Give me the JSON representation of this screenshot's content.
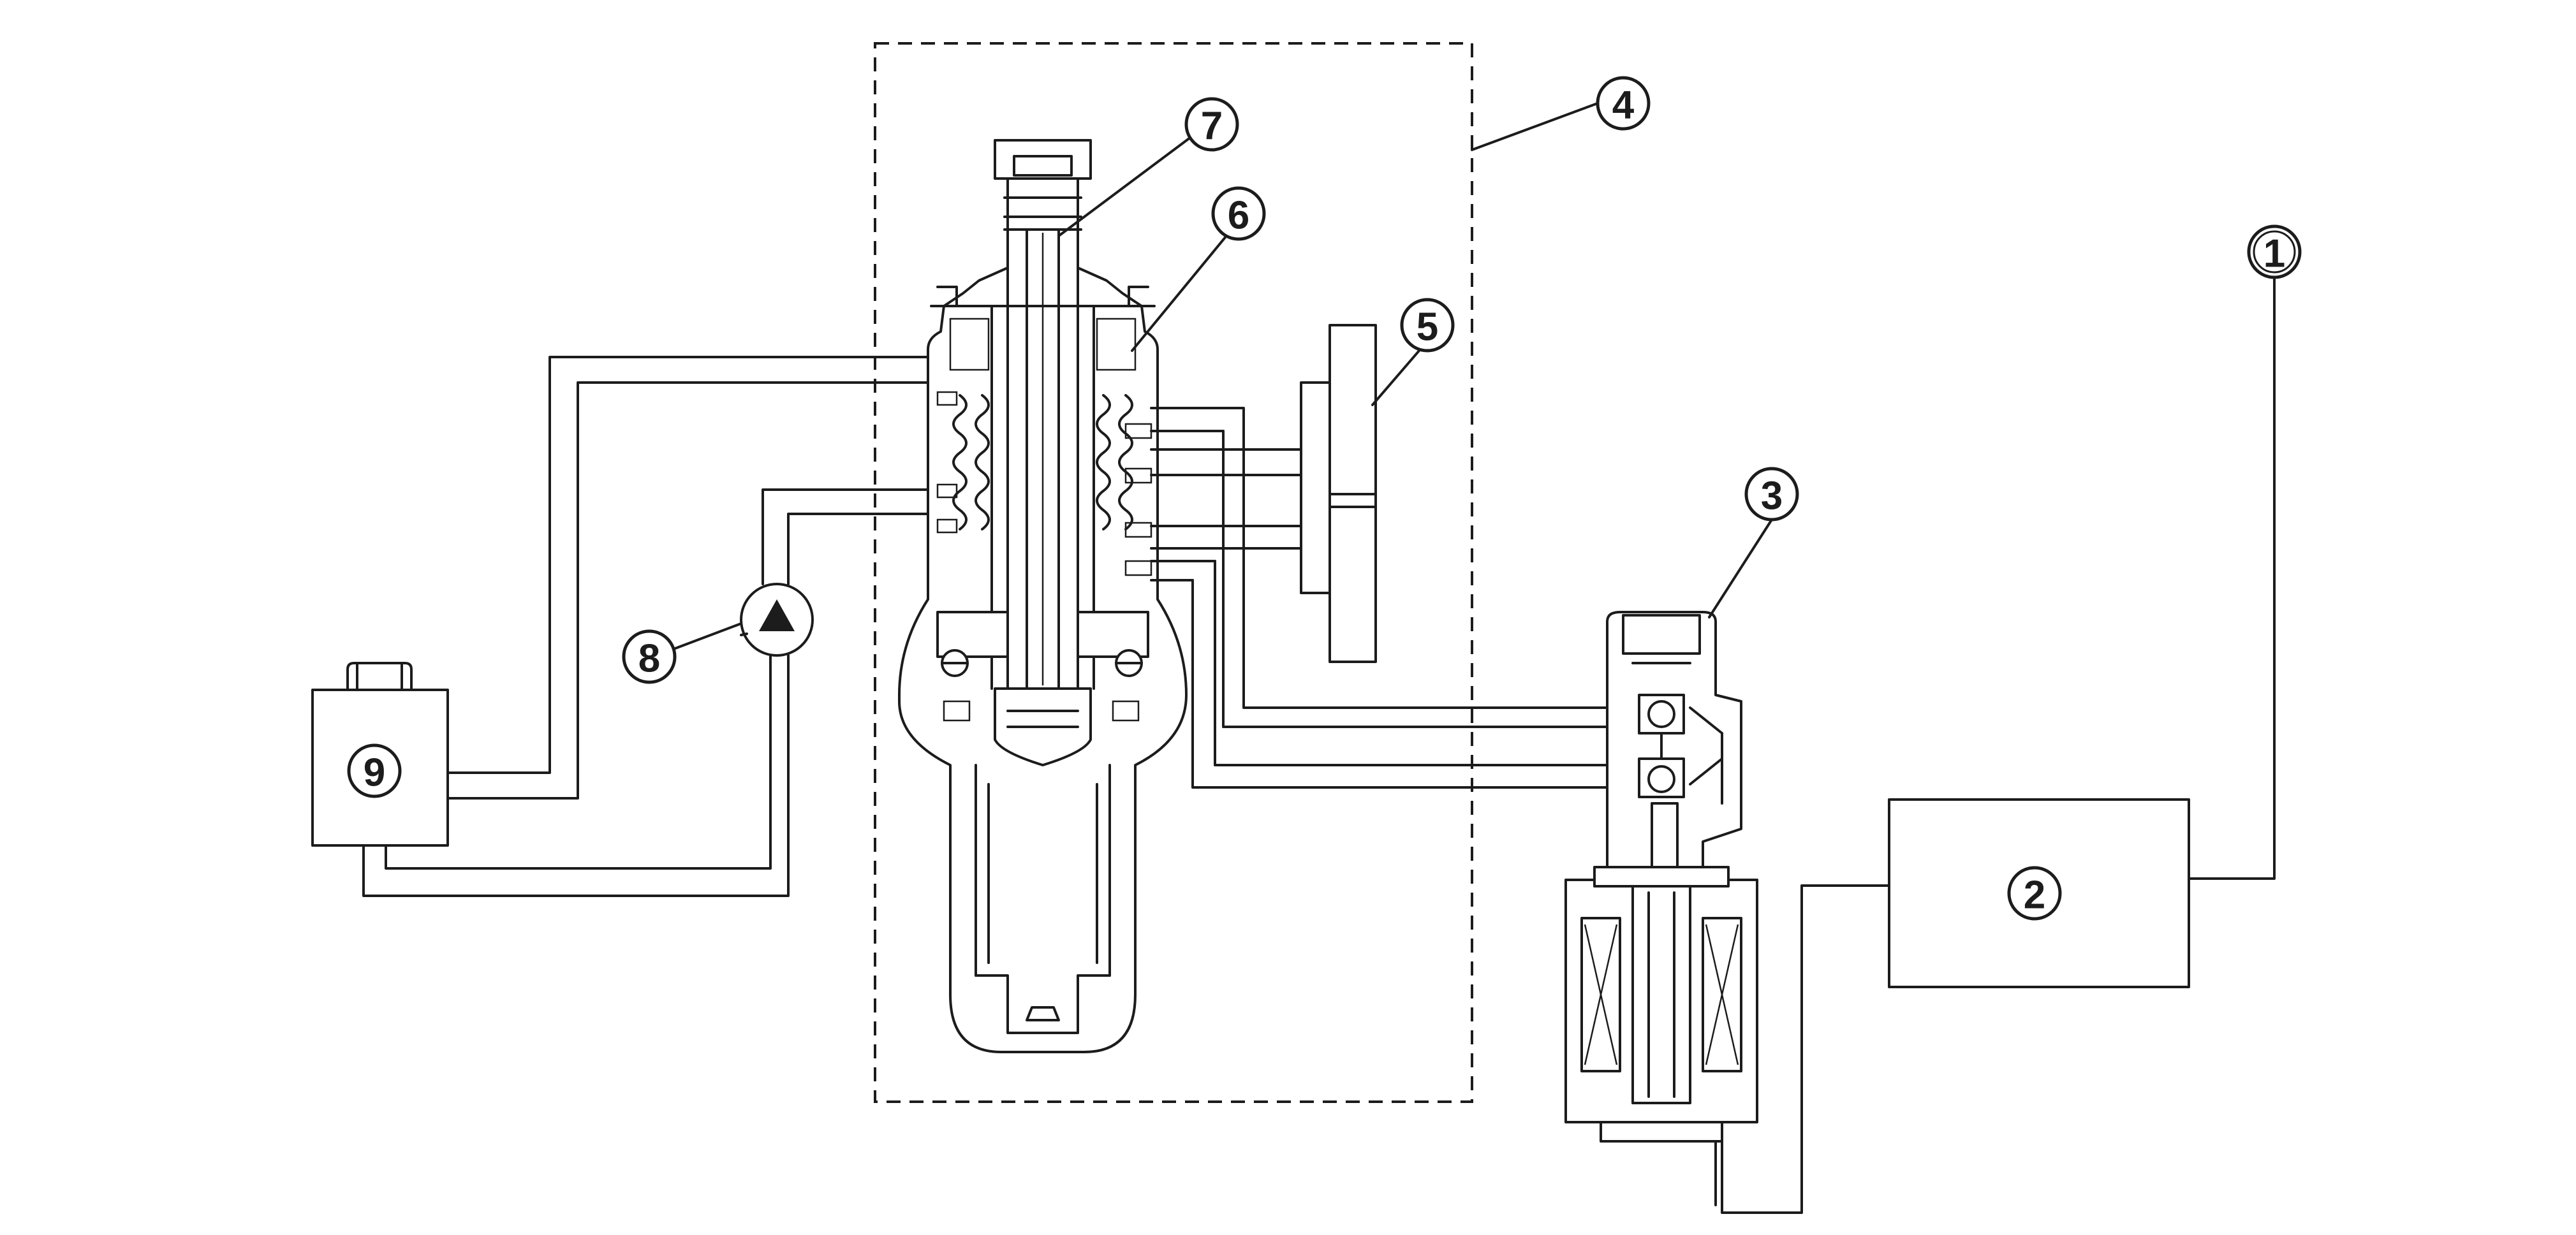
{
  "diagram": {
    "callouts": {
      "c1": "1",
      "c2": "2",
      "c3": "3",
      "c4": "4",
      "c5": "5",
      "c6": "6",
      "c7": "7",
      "c8": "8",
      "c9": "9"
    },
    "colors": {
      "line": "#1c1c1c",
      "background": "#ffffff"
    }
  }
}
